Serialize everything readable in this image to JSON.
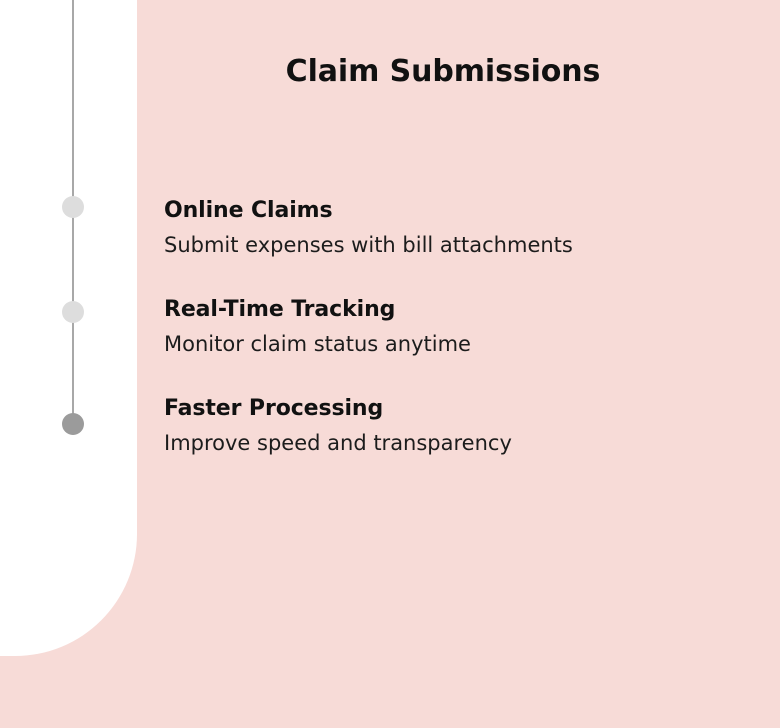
{
  "slide": {
    "title": "Claim Submissions",
    "background_color": "#f7dbd7",
    "panel_color": "#ffffff",
    "text_color": "#111111"
  },
  "timeline": {
    "rail_color": "#a8a8a8",
    "dots": [
      {
        "name": "dot-1",
        "state": "inactive",
        "color": "#dddddd"
      },
      {
        "name": "dot-2",
        "state": "inactive",
        "color": "#dddddd"
      },
      {
        "name": "dot-3",
        "state": "active",
        "color": "#9b9b9b"
      }
    ]
  },
  "features": [
    {
      "heading": "Online Claims",
      "description": "Submit expenses with bill attachments"
    },
    {
      "heading": "Real-Time Tracking",
      "description": "Monitor claim status anytime"
    },
    {
      "heading": "Faster Processing",
      "description": "Improve speed and transparency"
    }
  ]
}
